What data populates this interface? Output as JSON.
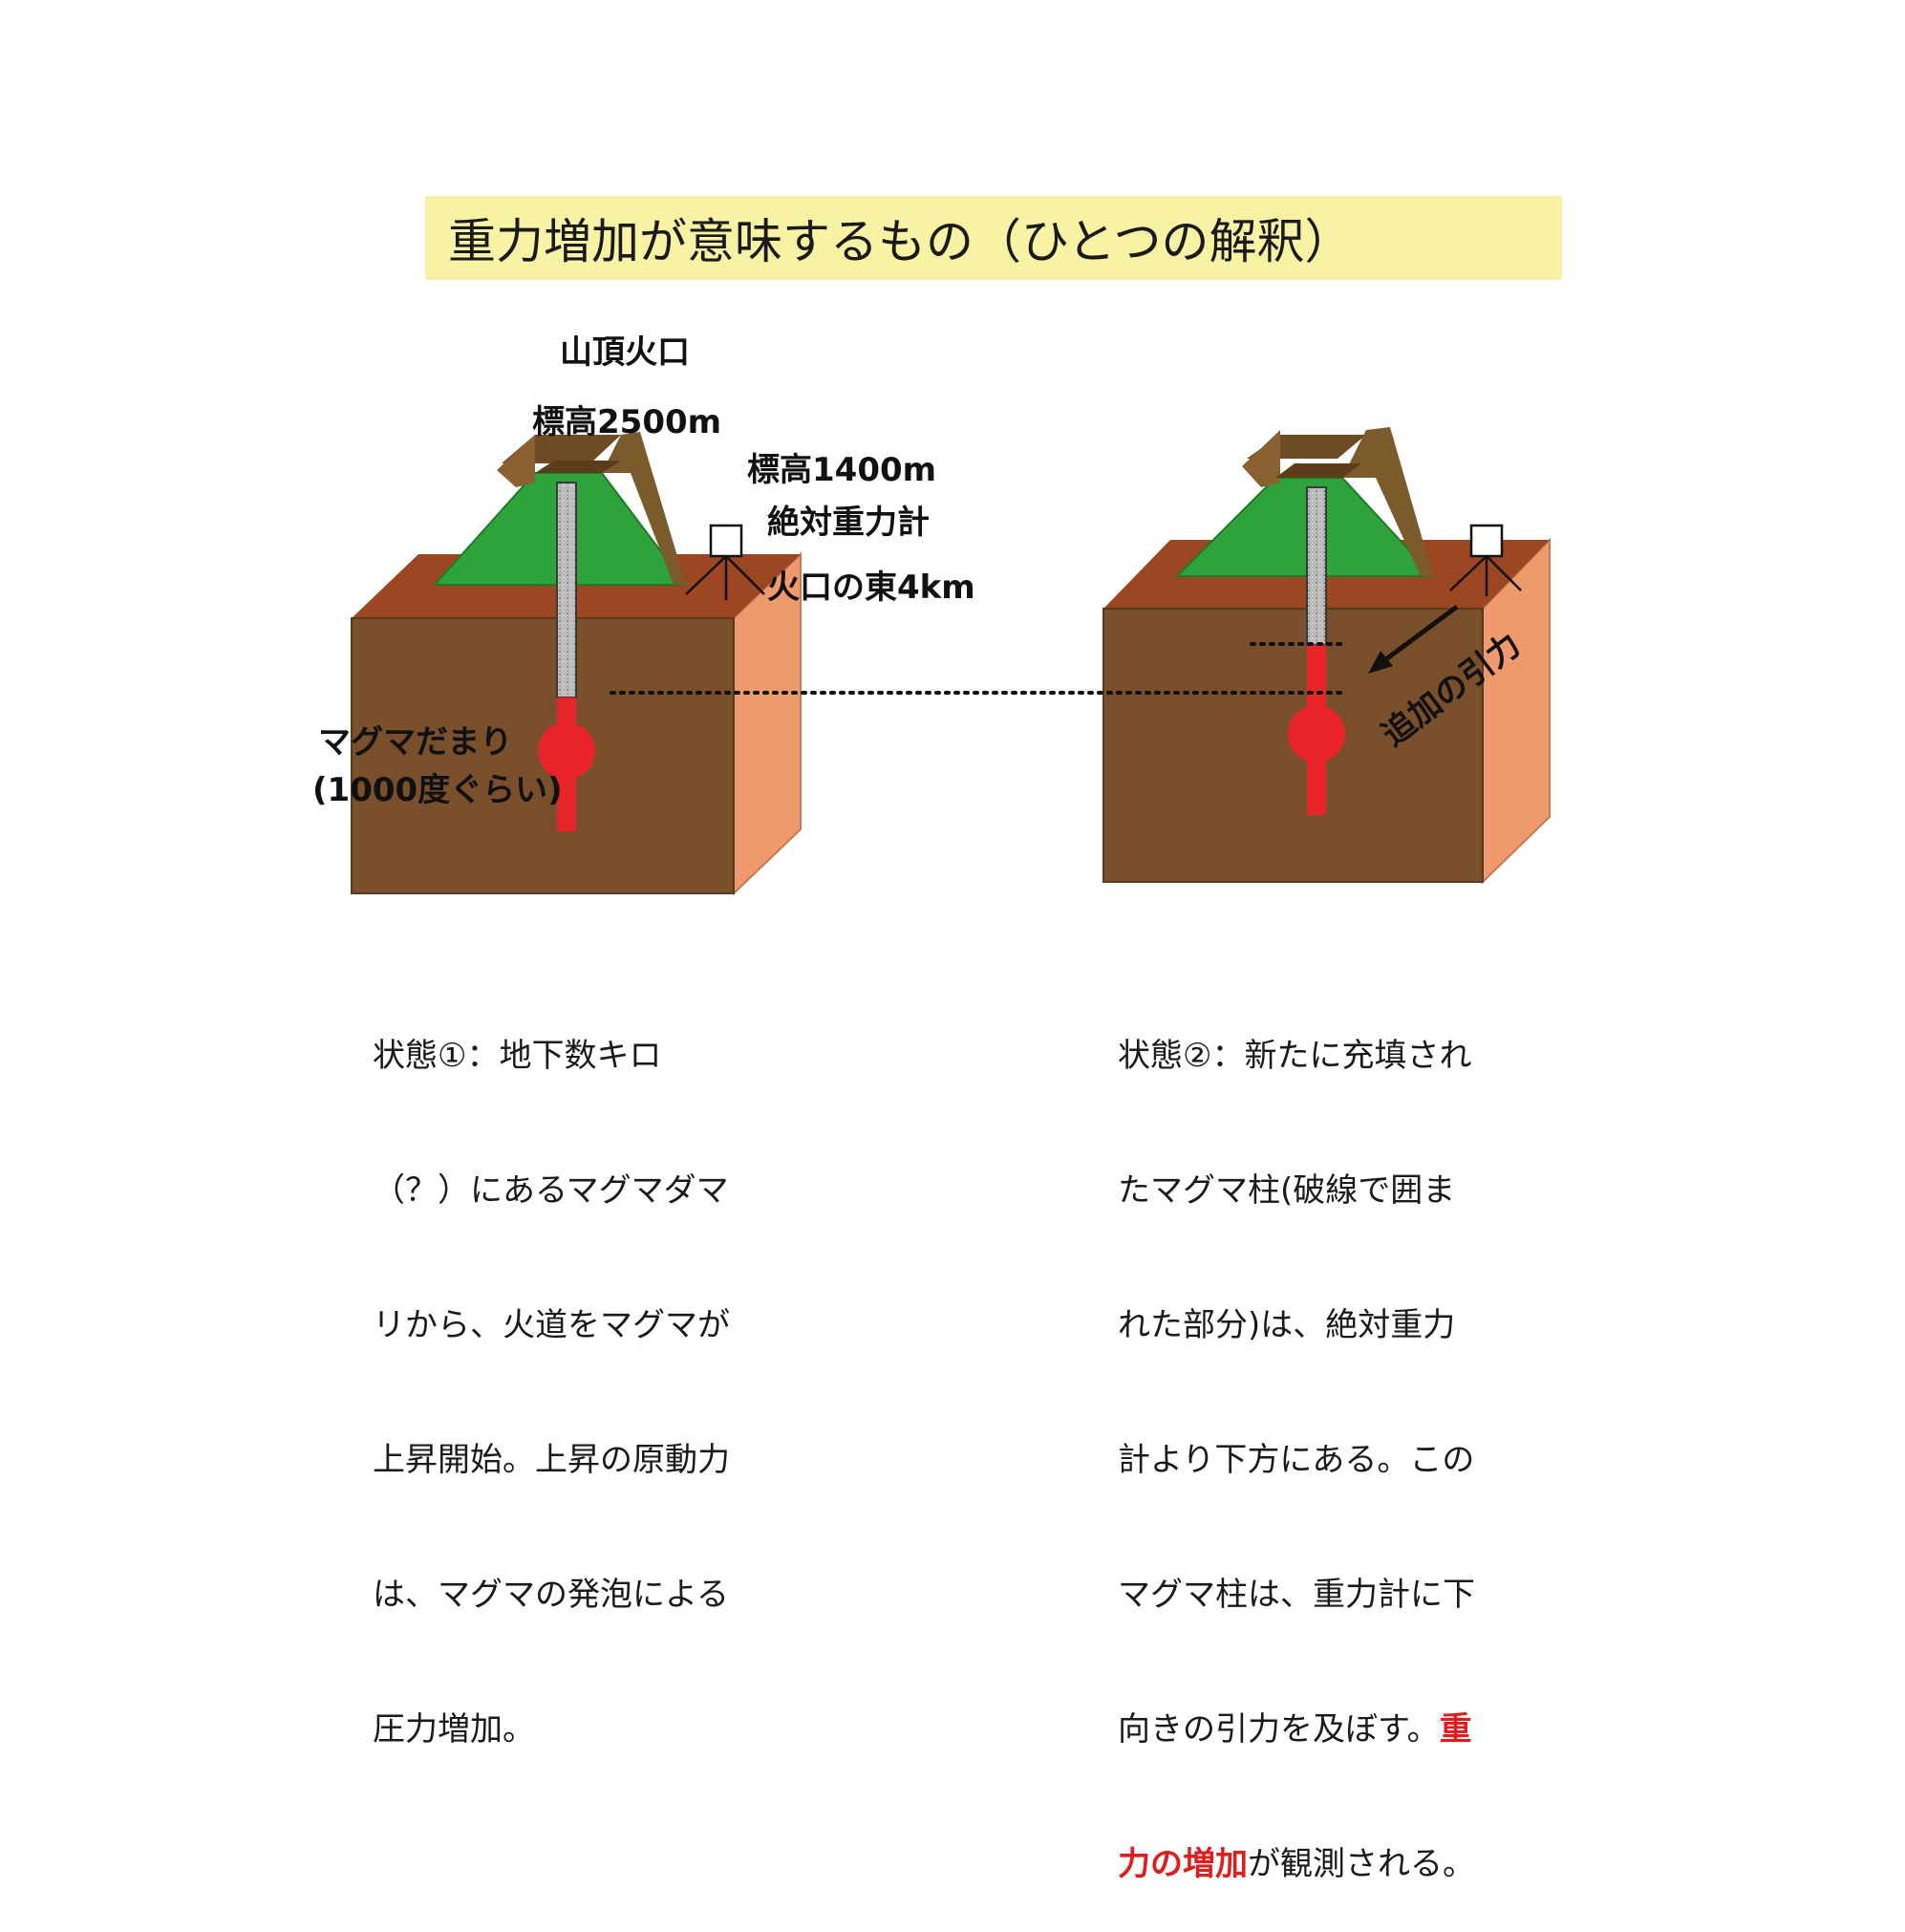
{
  "title": "重力増加が意味するもの（ひとつの解釈）",
  "labels": {
    "summit_crater": "山頂火口",
    "summit_elevation": "標高2500m",
    "station_elevation": "標高1400m",
    "gravimeter": "絶対重力計",
    "station_location": "火口の東4km",
    "magma_chamber": "マグマだまり",
    "magma_temperature": "(1000度ぐらい)",
    "extra_attraction": "追加の引力"
  },
  "captions": {
    "state1_lines": [
      "状態①：地下数キロ",
      "（？）にあるマグマダマ",
      "リから、火道をマグマが",
      "上昇開始。上昇の原動力",
      "は、マグマの発泡による",
      "圧力増加。"
    ],
    "state2_lines": [
      "状態②：新たに充填され",
      "たマグマ柱(破線で囲ま",
      "れた部分)は、絶対重力",
      "計より下方にある。この",
      "マグマ柱は、重力計に下",
      "向きの引力を及ぼす。"
    ],
    "state2_highlight_a": "重",
    "state2_highlight_b": "力の増加",
    "state2_tail": "が観測される。"
  },
  "colors": {
    "title_bg": "#f8f2a4",
    "cone_green": "#2ea33c",
    "crater_brown": "#7b5a2c",
    "ground_front": "#7a4f2b",
    "ground_top": "#9c4722",
    "ground_side": "#ee9a6d",
    "magma_red": "#e8242a",
    "conduit_gray": "#b8b8b8",
    "highlight_red": "#e01d1d"
  }
}
